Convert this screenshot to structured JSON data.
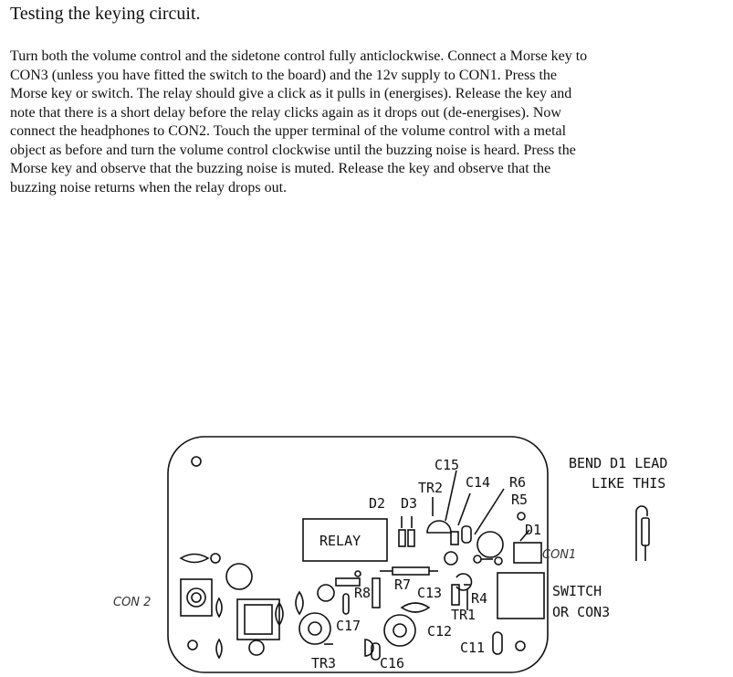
{
  "title": "Testing the keying circuit.",
  "paragraph_lines": [
    "Turn both the volume control and the sidetone control fully anticlockwise. Connect a Morse key to",
    "CON3 (unless you have fitted the switch to the board) and the 12v supply to CON1. Press the",
    "Morse key or switch. The relay should give a click as it pulls in (energises). Release the key and",
    "note that there is a short delay before the relay clicks again as it drops out (de-energises). Now",
    "connect the headphones to CON2. Touch the upper terminal of the volume control with a metal",
    "object as before and turn the volume control clockwise until the buzzing noise is heard. Press the",
    "Morse key and observe that the buzzing noise is muted. Release the key and observe that the",
    "buzzing noise returns when the relay drops out."
  ],
  "diagram": {
    "labels": {
      "c15": "C15",
      "tr2": "TR2",
      "c14": "C14",
      "r6": "R6",
      "r5": "R5",
      "d2": "D2",
      "d3": "D3",
      "d1": "D1",
      "relay": "RELAY",
      "r8": "R8",
      "r7": "R7",
      "c13": "C13",
      "r4": "R4",
      "tr1": "TR1",
      "c17": "C17",
      "c12": "C12",
      "c11": "C11",
      "tr3": "TR3",
      "c16": "C16",
      "con2": "CON 2",
      "con1": "CON1",
      "switch_line1": "SWITCH",
      "switch_line2": "OR CON3",
      "bend_line1": "BEND D1 LEAD",
      "bend_line2": "LIKE THIS"
    }
  }
}
